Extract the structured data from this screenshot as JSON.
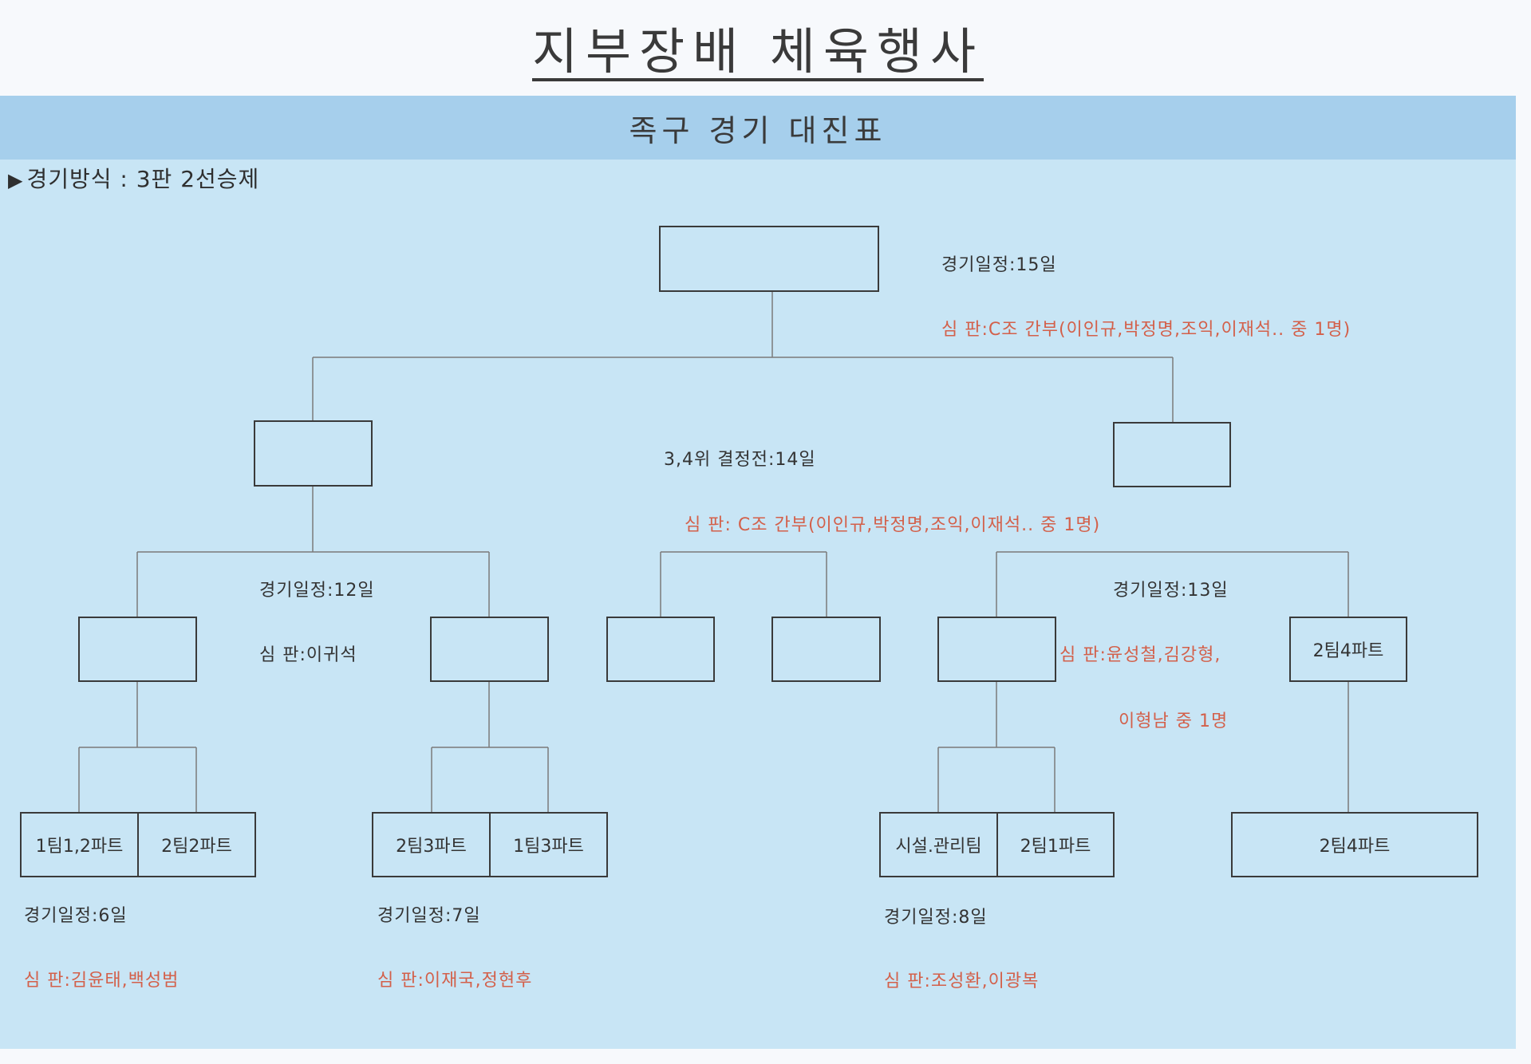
{
  "title": "지부장배 체육행사",
  "header": "족구 경기 대진표",
  "format": {
    "icon": "triangle-bullet",
    "text": "경기방식 : 3판 2선승제"
  },
  "teams": {
    "r1_a": "1팀1,2파트",
    "r1_b": "2팀2파트",
    "r1_c": "2팀3파트",
    "r1_d": "1팀3파트",
    "r1_e": "시설.관리팀",
    "r1_f": "2팀1파트",
    "r1_g": "2팀4파트",
    "r2_h": "2팀4파트"
  },
  "schedules": {
    "final_date": "경기일정:15일",
    "final_ref": "심  판:C조 간부(이인규,박정명,조익,이재석.. 중 1명)",
    "third_date": "3,4위 결정전:14일",
    "third_ref": "심  판:  C조 간부(이인규,박정명,조익,이재석.. 중 1명)",
    "semi_left_date": "경기일정:12일",
    "semi_left_ref": "심 판:이귀석",
    "semi_right_date": "경기일정:13일",
    "semi_right_ref1": "심 판:윤성철,김강형,",
    "semi_right_ref2": "이형남 중 1명",
    "r1_left_date": "경기일정:6일",
    "r1_left_ref": "심    판:김윤태,백성범",
    "r1_mid_date": "경기일정:7일",
    "r1_mid_ref": "심    판:이재국,정현후",
    "r1_right_date": "경기일정:8일",
    "r1_right_ref": "심    판:조성환,이광복"
  },
  "colors": {
    "referee": "#d3604a",
    "panel": "#c8e5f5",
    "header": "#a6cfec"
  }
}
